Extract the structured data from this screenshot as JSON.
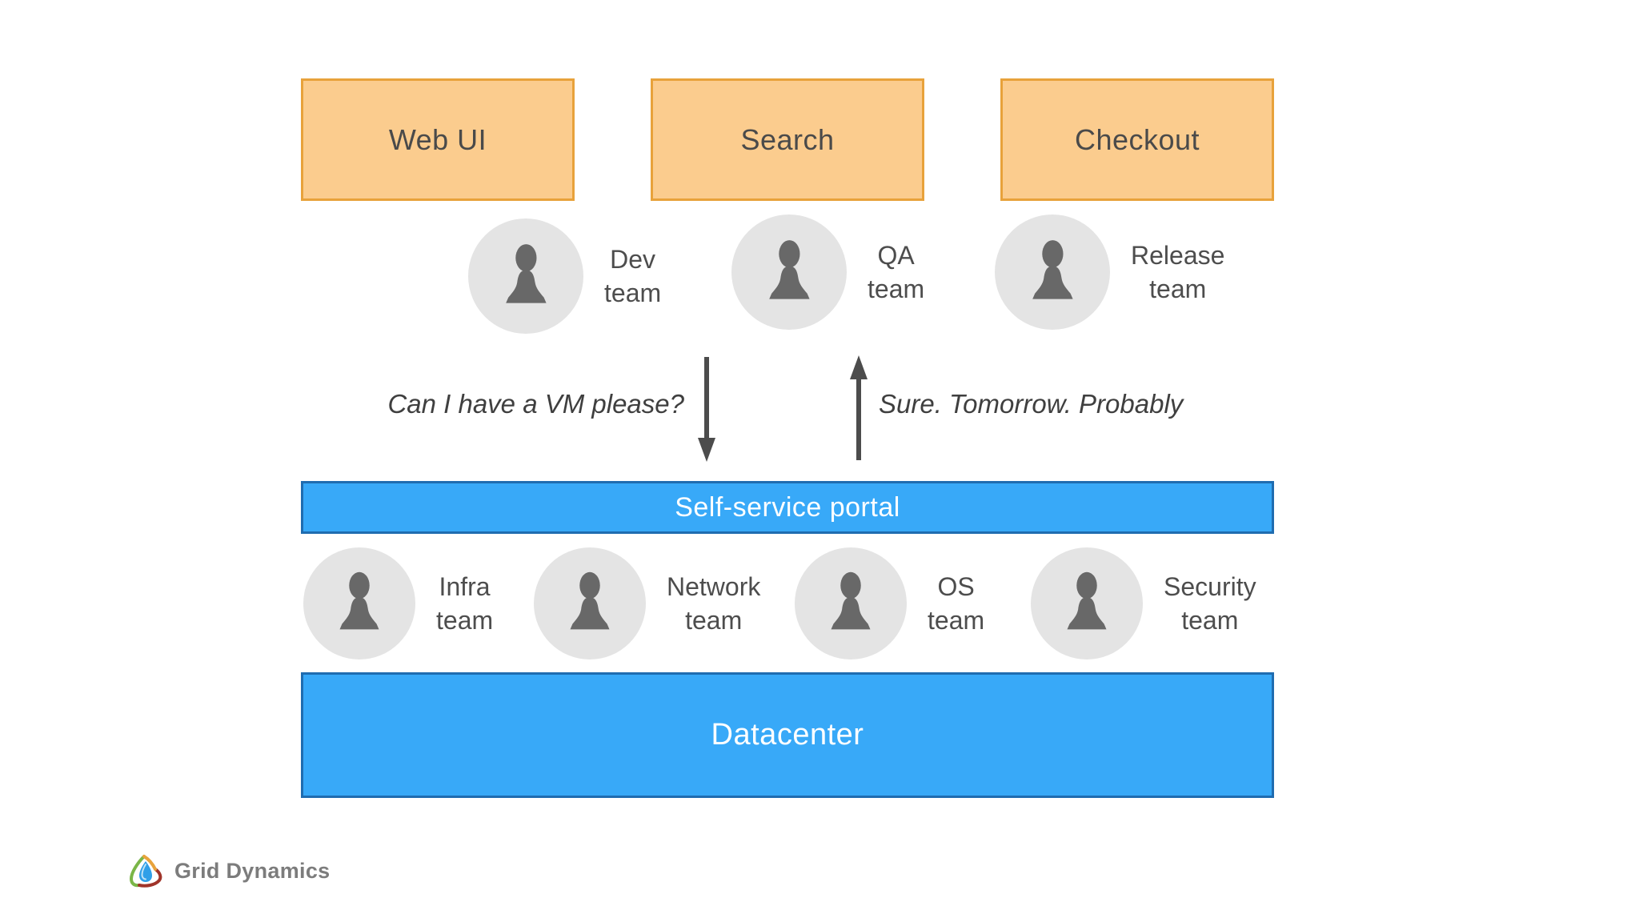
{
  "slide": {
    "background": "#ffffff"
  },
  "service_boxes": [
    {
      "label": "Web UI"
    },
    {
      "label": "Search"
    },
    {
      "label": "Checkout"
    }
  ],
  "top_teams": [
    {
      "line1": "Dev",
      "line2": "team"
    },
    {
      "line1": "QA",
      "line2": "team"
    },
    {
      "line1": "Release",
      "line2": "team"
    }
  ],
  "annotations": {
    "request": "Can I have a VM please?",
    "response": "Sure. Tomorrow. Probably"
  },
  "portal": {
    "label": "Self-service portal"
  },
  "bottom_teams": [
    {
      "line1": "Infra",
      "line2": "team"
    },
    {
      "line1": "Network",
      "line2": "team"
    },
    {
      "line1": "OS",
      "line2": "team"
    },
    {
      "line1": "Security",
      "line2": "team"
    }
  ],
  "datacenter": {
    "label": "Datacenter"
  },
  "logo": {
    "text": "Grid Dynamics"
  },
  "colors": {
    "box_fill": "#fbcc8e",
    "box_border": "#e8a23b",
    "bar_fill": "#38a9f8",
    "bar_border": "#1f6cb0",
    "avatar_bg": "#e4e4e4",
    "avatar_silhouette": "#686868",
    "text_dark": "#4d4d4d",
    "arrow": "#4c4c4c"
  }
}
